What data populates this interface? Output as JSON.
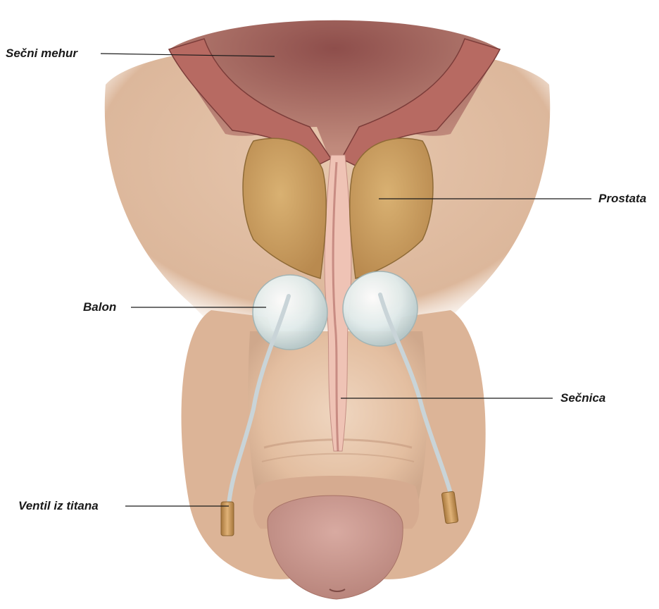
{
  "labels": {
    "bladder": "Sečni mehur",
    "prostate": "Prostata",
    "balloon": "Balon",
    "urethra": "Sečnica",
    "valve": "Ventil iz titana"
  },
  "colors": {
    "skin": "#e8c7ab",
    "skin_shadow": "#cfa88c",
    "bladder_wall": "#b76a62",
    "prostate": "#c9a062",
    "balloon": "#dfeaea",
    "tube": "#c9d4d8",
    "valve": "#c99a5a",
    "glans": "#c9988f"
  }
}
